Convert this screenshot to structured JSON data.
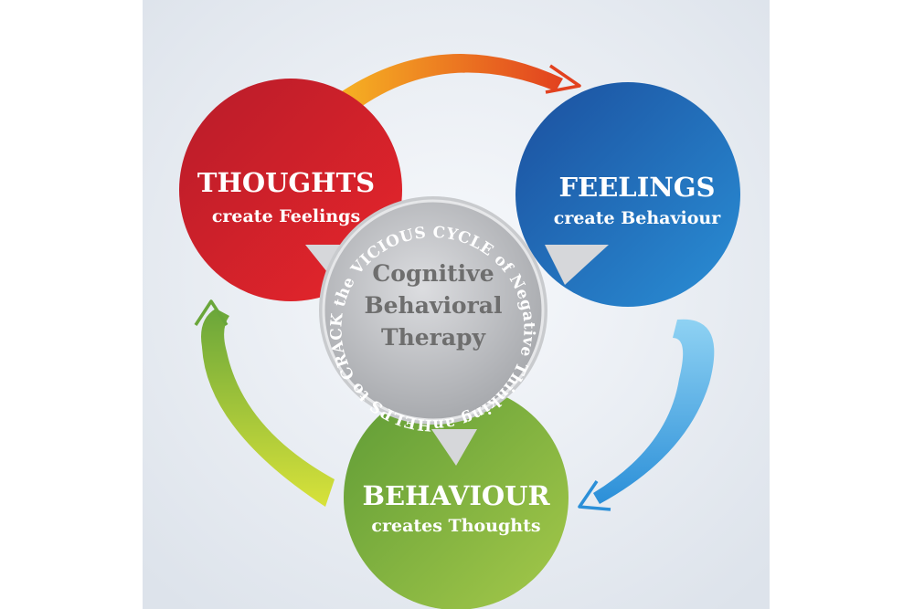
{
  "nodes": {
    "thoughts": {
      "title": "THOUGHTS",
      "subtitle": "create Feelings"
    },
    "feelings": {
      "title": "FEELINGS",
      "subtitle": "create Behaviour"
    },
    "behaviour": {
      "title": "BEHAVIOUR",
      "subtitle": "creates Thoughts"
    }
  },
  "center": {
    "lines": [
      "Cognitive",
      "Behavioral",
      "Therapy"
    ],
    "ring_text": "HELPS to CRACK the VICIOUS CYCLE of Negative Thinking and Feeling"
  },
  "colors": {
    "background": "#e9edf3",
    "thoughts": "#d4222b",
    "feelings": "#1f66b8",
    "behaviour": "#79b03a",
    "center": "#b7b9bd",
    "arrow_top": "#f08a1c",
    "arrow_right": "#3aa7e0",
    "arrow_left": "#9cc53a"
  }
}
